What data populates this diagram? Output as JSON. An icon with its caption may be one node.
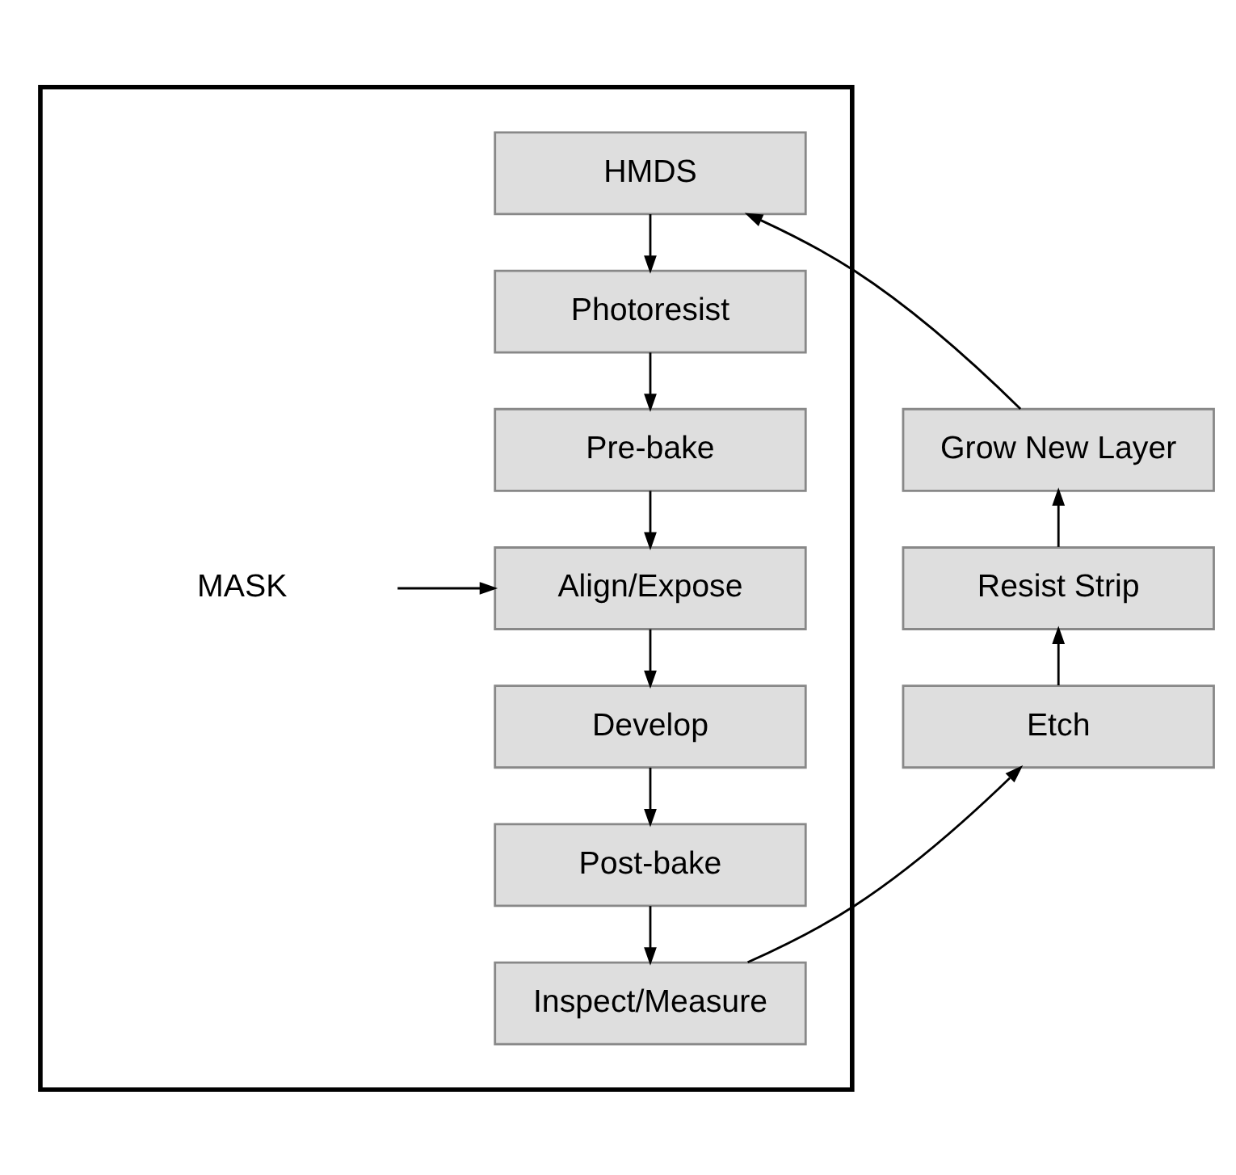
{
  "diagram": {
    "nodes": [
      {
        "text": [],
        "shape": "box"
      },
      {
        "text": [
          "HMDS"
        ],
        "in": 0
      },
      {
        "text": [
          "Photoresist"
        ],
        "in": 0
      },
      {
        "text": [
          "Pre-bake"
        ],
        "in": 0
      },
      {
        "text": [
          "MASK"
        ],
        "in": 0
      },
      {
        "text": [
          "Align/Expose"
        ],
        "in": 0
      },
      {
        "text": [
          "Develop"
        ],
        "in": 0
      },
      {
        "text": [
          "Post-bake"
        ],
        "in": 0
      },
      {
        "text": [
          "Inspect/Measure"
        ],
        "in": 0
      },
      {
        "text": [
          "Grow New Layer"
        ]
      },
      {
        "text": [
          "Resist Strip"
        ]
      },
      {
        "text": [
          "Etch"
        ]
      }
    ],
    "edges": [
      {
        "from": 1,
        "to": 2,
        "arrow": "to"
      },
      {
        "from": 2,
        "to": 3,
        "arrow": "to"
      },
      {
        "from": 3,
        "to": 5,
        "arrow": "to"
      },
      {
        "from": 4,
        "to": 5,
        "arrow": "to"
      },
      {
        "from": 5,
        "to": 6,
        "arrow": "to"
      },
      {
        "from": 6,
        "to": 7,
        "arrow": "to"
      },
      {
        "from": 7,
        "to": 8,
        "arrow": "to"
      },
      {
        "from": 8,
        "to": 11,
        "arrow": "to"
      },
      {
        "from": 11,
        "to": 10,
        "arrow": "to"
      },
      {
        "from": 10,
        "to": 9,
        "arrow": "to"
      },
      {
        "from": 9,
        "to": 1,
        "arrow": "to"
      }
    ]
  }
}
